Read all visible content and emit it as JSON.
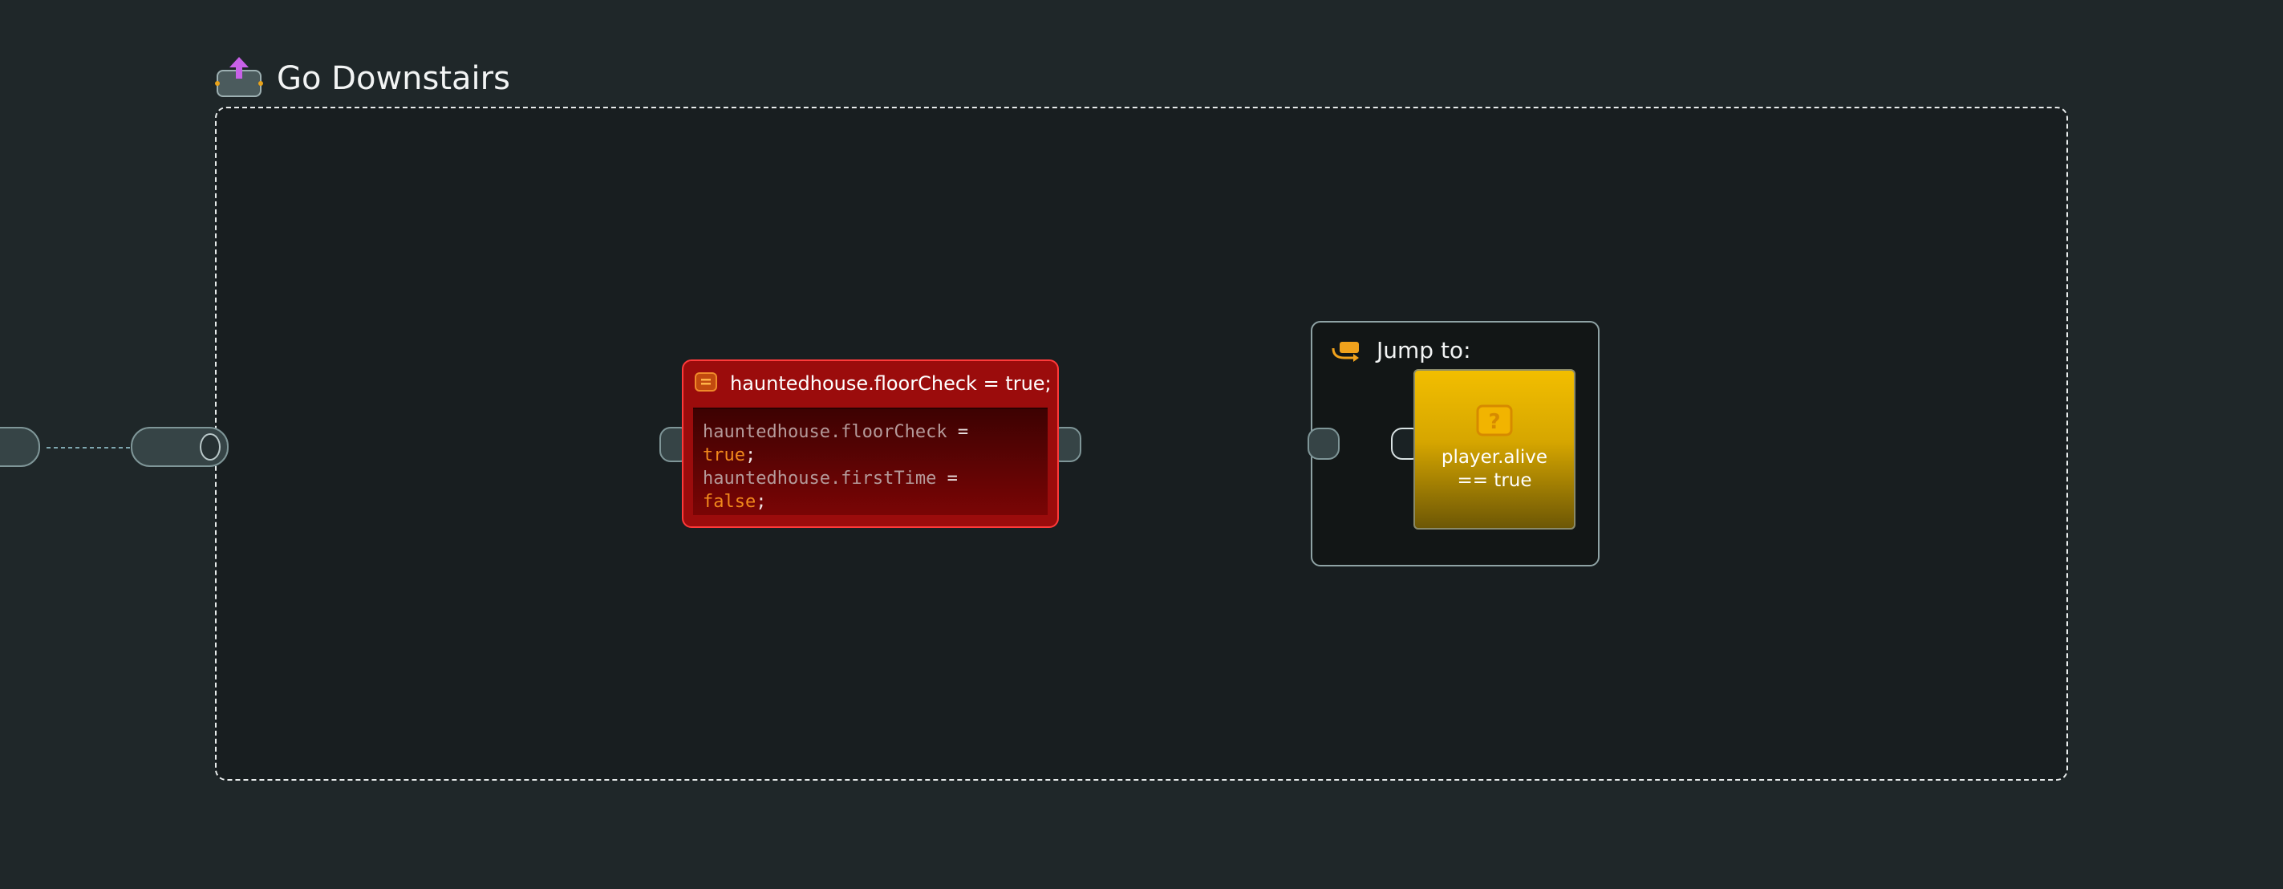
{
  "canvas": {
    "background": "#1f2729"
  },
  "fragment": {
    "title": "Go Downstairs",
    "icon": "flow-fragment-icon",
    "border_color": "#e8ecec"
  },
  "instruction": {
    "title": "hauntedhouse.floorCheck = true;",
    "icon": "instruction-icon",
    "accent_color": "#9b0c0c",
    "code": [
      {
        "var": "hauntedhouse.floorCheck",
        "op": " ="
      },
      {
        "lit": "true",
        "punct": ";"
      },
      {
        "var": "hauntedhouse.firstTime",
        "op": " ="
      },
      {
        "lit": "false",
        "punct": ";"
      }
    ]
  },
  "jump": {
    "label": "Jump to:",
    "icon": "jump-icon",
    "condition": {
      "line1": "player.alive",
      "line2": "== true",
      "icon": "question-icon",
      "color": "#f2be00"
    }
  },
  "connections": {
    "white_arrow_color": "#ffffff",
    "red_arrow_color": "#e30b0b",
    "light_arrow_color": "#c7dcdf"
  }
}
